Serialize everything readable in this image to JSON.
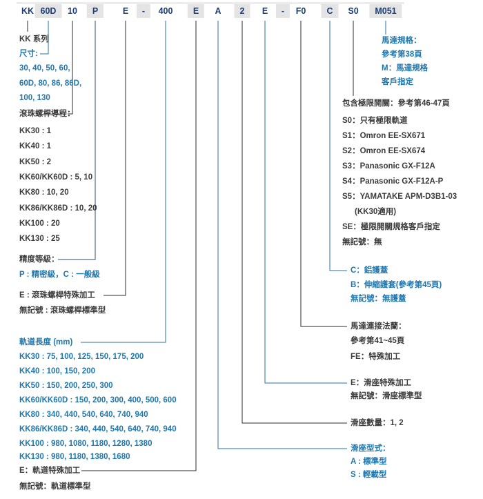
{
  "colors": {
    "box_text_navy": "#1a3e7a",
    "box_bg_gray": "#e4e4e4",
    "text_blue": "#2077ad",
    "text_dark": "#3b3b3b",
    "line_blue": "#2673a3",
    "line_dark": "#2b2b2b"
  },
  "part_code": {
    "segments": [
      "KK",
      "60D",
      "10",
      "P",
      "E",
      "-",
      "400",
      "E",
      "A",
      "2",
      "E",
      "-",
      "F0",
      "C",
      "S0",
      "M051"
    ]
  },
  "left": {
    "series_label": "KK 系列",
    "size_title": "尺寸:",
    "size_lines": [
      "30, 40, 50, 60,",
      "60D, 80, 86, 86D,",
      "100, 130"
    ],
    "lead_title": "滾珠螺桿導程：",
    "lead_lines": [
      "KK30 : 1",
      "KK40 : 1",
      "KK50 : 2",
      "KK60/KK60D : 5, 10",
      "KK80 : 10, 20",
      "KK86/KK86D : 10, 20",
      "KK100 : 20",
      "KK130 : 25"
    ],
    "accuracy_title": "精度等級：",
    "accuracy_line": "P : 精密級，C : 一般級",
    "screw_lines": [
      "E : 滾珠螺桿特殊加工",
      "無記號 : 滾珠螺桿標準型"
    ],
    "rail_title": "軌道長度 (mm)",
    "rail_lines": [
      "KK30 : 75, 100, 125, 150, 175, 200",
      "KK40 : 100, 150, 200",
      "KK50 : 150, 200, 250, 300",
      "KK60/KK60D : 150, 200, 300, 400, 500, 600",
      "KK80 : 340, 440, 540, 640, 740, 940",
      "KK86/KK86D : 340, 440, 540, 640, 740, 940",
      "KK100 : 980, 1080, 1180, 1280, 1380",
      "KK130 : 980, 1180, 1380, 1680"
    ],
    "rail_special_lines": [
      "E：軌道特殊加工",
      "無記號：軌道標準型"
    ]
  },
  "right": {
    "motor_lines": [
      "馬達規格：",
      "參考第38頁",
      "M：馬達規格",
      "客戶指定"
    ],
    "limit_title": "包含極限開關：參考第46-47頁",
    "limit_lines": [
      "S0：只有極限軌道",
      "S1：Omron EE-SX671",
      "S2：Omron EE-SX674",
      "S3：Panasonic GX-F12A",
      "S4：Panasonic GX-F12A-P",
      "S5：YAMATAKE APM-D3B1-03",
      "(KK30適用)",
      "SE：極限開關規格客戶指定",
      "無記號：無"
    ],
    "cover_lines": [
      "C：鋁護蓋",
      "B：伸縮護套(參考第45頁)",
      "無記號：無護蓋"
    ],
    "flange_lines": [
      "馬達連接法蘭：",
      "參考第41~45頁",
      "FE：特殊加工"
    ],
    "slider_special_lines": [
      "E：滑座特殊加工",
      "無記號：滑座標準型"
    ],
    "slider_qty_line": "滑座數量：1, 2",
    "slider_type_lines": [
      "滑座型式：",
      "A : 標準型",
      "S : 輕載型"
    ]
  }
}
